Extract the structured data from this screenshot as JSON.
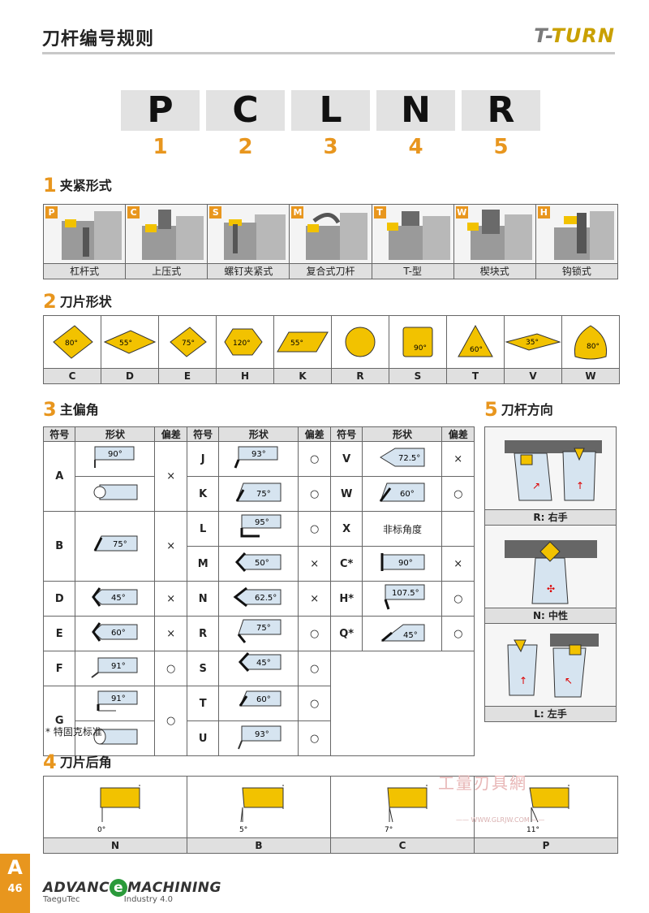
{
  "header": {
    "title": "刀杆编号规则",
    "brand_a": "T-",
    "brand_b": "TURN"
  },
  "code": {
    "letters": [
      "P",
      "C",
      "L",
      "N",
      "R"
    ],
    "numbers": [
      "1",
      "2",
      "3",
      "4",
      "5"
    ]
  },
  "sec1": {
    "num": "1",
    "title": "夹紧形式",
    "items": [
      {
        "tag": "P",
        "label": "杠杆式"
      },
      {
        "tag": "C",
        "label": "上压式"
      },
      {
        "tag": "S",
        "label": "螺钉夹紧式"
      },
      {
        "tag": "M",
        "label": "复合式刀杆"
      },
      {
        "tag": "T",
        "label": "T-型"
      },
      {
        "tag": "W",
        "label": "楔块式"
      },
      {
        "tag": "H",
        "label": "钩锁式"
      }
    ]
  },
  "sec2": {
    "num": "2",
    "title": "刀片形状",
    "items": [
      {
        "label": "C",
        "angle": "80°"
      },
      {
        "label": "D",
        "angle": "55°"
      },
      {
        "label": "E",
        "angle": "75°"
      },
      {
        "label": "H",
        "angle": "120°"
      },
      {
        "label": "K",
        "angle": "55°"
      },
      {
        "label": "R",
        "angle": ""
      },
      {
        "label": "S",
        "angle": "90°"
      },
      {
        "label": "T",
        "angle": "60°"
      },
      {
        "label": "V",
        "angle": "35°"
      },
      {
        "label": "W",
        "angle": "80°"
      }
    ]
  },
  "sec3": {
    "num": "3",
    "title": "主偏角",
    "headers": {
      "sym": "符号",
      "shape": "形状",
      "dev": "偏差"
    },
    "col1": [
      {
        "sym": "A",
        "angle": "90°",
        "dev": "×"
      },
      {
        "sym": "B",
        "angle": "75°",
        "dev": "×"
      },
      {
        "sym": "D",
        "angle": "45°",
        "dev": "×"
      },
      {
        "sym": "E",
        "angle": "60°",
        "dev": "×"
      },
      {
        "sym": "F",
        "angle": "91°",
        "dev": "○"
      },
      {
        "sym": "G",
        "angle": "91°",
        "dev": "○"
      }
    ],
    "col2": [
      {
        "sym": "J",
        "angle": "93°",
        "dev": "○"
      },
      {
        "sym": "K",
        "angle": "75°",
        "dev": "○"
      },
      {
        "sym": "L",
        "angle": "95°",
        "dev": "○"
      },
      {
        "sym": "M",
        "angle": "50°",
        "dev": "×"
      },
      {
        "sym": "N",
        "angle": "62.5°",
        "dev": "×"
      },
      {
        "sym": "R",
        "angle": "75°",
        "dev": "○"
      },
      {
        "sym": "S",
        "angle": "45°",
        "dev": "○"
      },
      {
        "sym": "T",
        "angle": "60°",
        "dev": "○"
      },
      {
        "sym": "U",
        "angle": "93°",
        "dev": "○"
      }
    ],
    "col3": [
      {
        "sym": "V",
        "angle": "72.5°",
        "dev": "×"
      },
      {
        "sym": "W",
        "angle": "60°",
        "dev": "○"
      },
      {
        "sym": "X",
        "text": "非标角度",
        "dev": ""
      },
      {
        "sym": "C*",
        "angle": "90°",
        "dev": "×"
      },
      {
        "sym": "H*",
        "angle": "107.5°",
        "dev": "○"
      },
      {
        "sym": "Q*",
        "angle": "45°",
        "dev": "○"
      }
    ],
    "footnote": "* 特固克标准"
  },
  "sec4": {
    "num": "4",
    "title": "刀片后角",
    "items": [
      {
        "label": "N",
        "angle": "0°"
      },
      {
        "label": "B",
        "angle": "5°"
      },
      {
        "label": "C",
        "angle": "7°"
      },
      {
        "label": "P",
        "angle": "11°"
      }
    ]
  },
  "sec5": {
    "num": "5",
    "title": "刀杆方向",
    "items": [
      {
        "label": "R: 右手"
      },
      {
        "label": "N: 中性"
      },
      {
        "label": "L: 左手"
      }
    ]
  },
  "footer": {
    "tab_letter": "A",
    "page": "46",
    "logo_a": "ADVANC",
    "logo_e": "e",
    "logo_b": "MACHINING",
    "logo_left": "TaeguTec",
    "logo_right": "Industry 4.0"
  },
  "watermark": {
    "text": "工量刃具網",
    "sub": "—— WWW.GLRJW.COM ——"
  },
  "colors": {
    "accent": "#e8961e",
    "insert": "#f2c200",
    "cell": "#e0e0e0"
  }
}
